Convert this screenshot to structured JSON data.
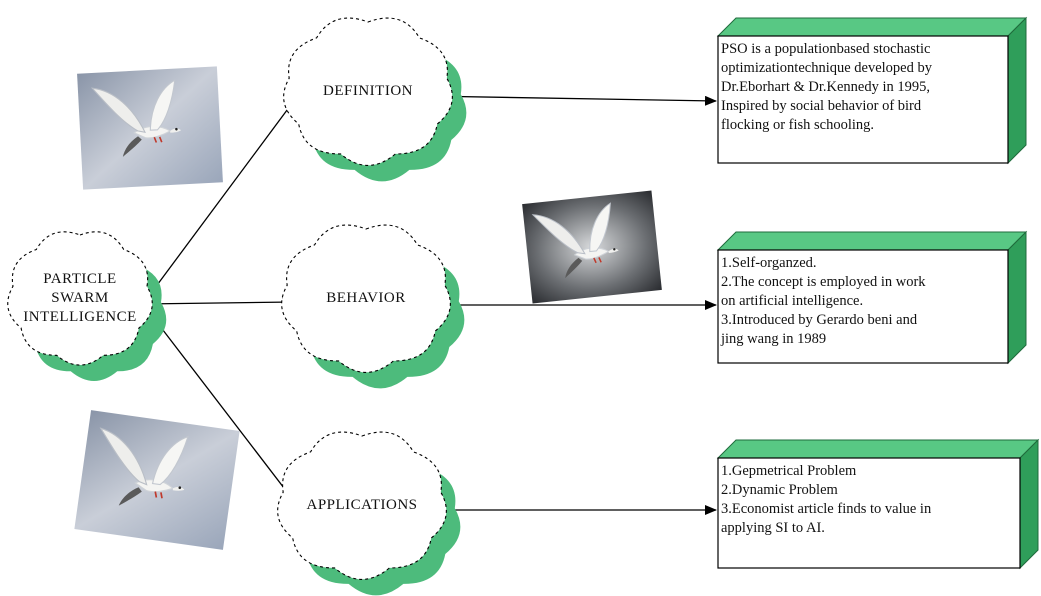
{
  "colors": {
    "cloud_fill": "#4dbb7c",
    "box_face": "#ffffff",
    "box_side": "#2f9e5a",
    "box_top": "#58c884",
    "line": "#000000"
  },
  "root": {
    "lines": [
      "PARTICLE",
      "SWARM",
      "INTELLIGENCE"
    ]
  },
  "branches": [
    {
      "label": "DEFINITION",
      "box_lines": [
        "PSO is a populationbased stochastic",
        "optimizationtechnique developed by",
        "Dr.Eborhart & Dr.Kennedy in 1995,",
        "Inspired by social behavior of bird",
        "flocking or fish schooling."
      ]
    },
    {
      "label": "BEHAVIOR",
      "box_lines": [
        "1.Self-organzed.",
        "2.The concept is employed in work",
        "on artificial intelligence.",
        "3.Introduced by Gerardo beni and",
        "jing wang in 1989"
      ]
    },
    {
      "label": "APPLICATIONS",
      "box_lines": [
        "1.Gepmetrical Problem",
        "2.Dynamic Problem",
        "3.Economist article finds to value in",
        "applying SI to AI."
      ]
    }
  ],
  "photos": [
    {
      "icon": "dove-photo-icon"
    },
    {
      "icon": "dove-photo-icon"
    },
    {
      "icon": "dove-photo-icon"
    }
  ]
}
